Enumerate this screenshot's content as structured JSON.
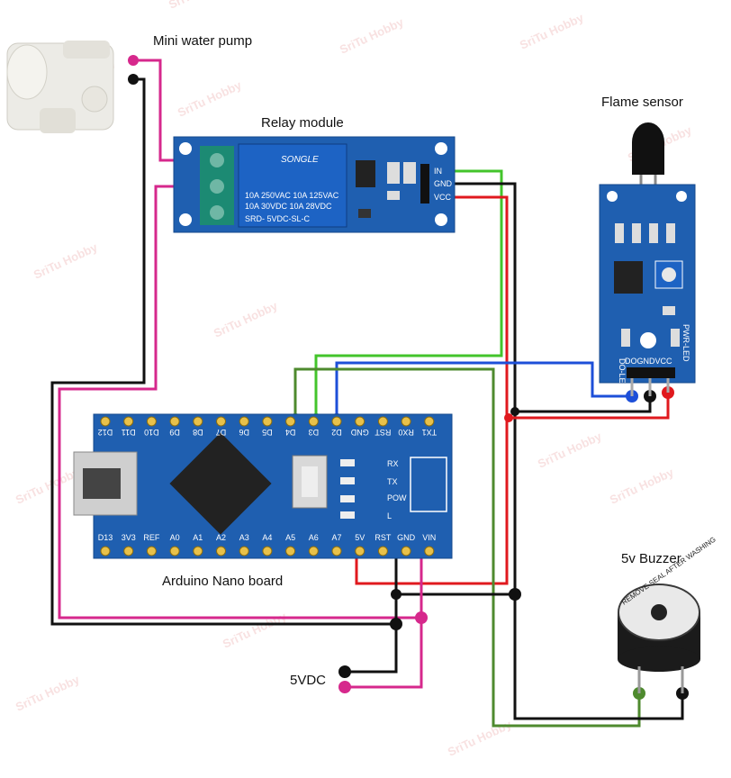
{
  "labels": {
    "pump": "Mini water pump",
    "relay": "Relay module",
    "flame": "Flame sensor",
    "arduino": "Arduino Nano board",
    "buzzer": "5v Buzzer",
    "supply": "5VDC"
  },
  "watermark": "SriTu Hobby",
  "relay_module": {
    "brand": "SONGLE",
    "ratings": [
      "10A 250VAC  10A 125VAC",
      "10A  30VDC  10A  28VDC"
    ],
    "model": "SRD- 5VDC-SL-C",
    "pins": [
      "IN",
      "GND",
      "VCC"
    ]
  },
  "flame_sensor": {
    "pins": "DOGNDVCC",
    "leds": [
      "DO-LED",
      "PWR-LED"
    ]
  },
  "arduino_nano": {
    "top_pins": [
      "D12",
      "D11",
      "D10",
      "D9",
      "D8",
      "D7",
      "D6",
      "D5",
      "D4",
      "D3",
      "D2",
      "GND",
      "RST",
      "RX0",
      "TX1"
    ],
    "bottom_pins": [
      "D13",
      "3V3",
      "REF",
      "A0",
      "A1",
      "A2",
      "A3",
      "A4",
      "A5",
      "A6",
      "A7",
      "5V",
      "RST",
      "GND",
      "VIN"
    ],
    "leds": [
      "RX",
      "TX",
      "POW",
      "L"
    ]
  },
  "buzzer": {
    "marking": "REMOVE SEAL AFTER WASHING"
  },
  "colors": {
    "board_blue": "#1f5fb0",
    "wire_pink": "#d6288c",
    "wire_black": "#111111",
    "wire_red": "#e0191e",
    "wire_green": "#43c42b",
    "wire_olive": "#4e8a2e",
    "wire_blue": "#1d4fd8"
  }
}
